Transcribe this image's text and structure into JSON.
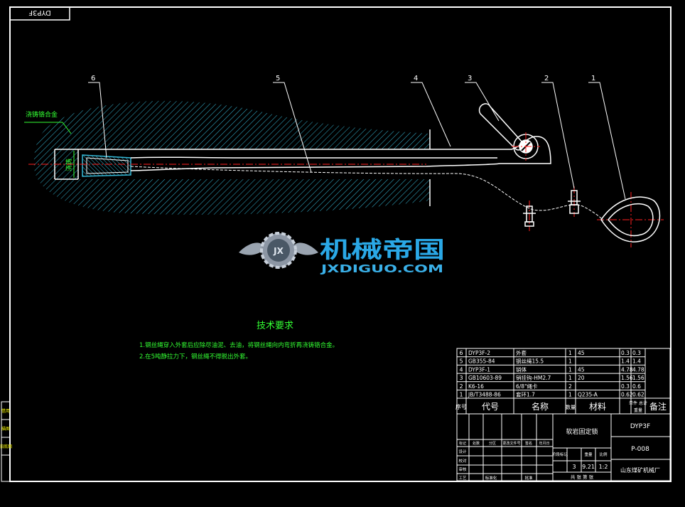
{
  "drawing_code_box": "DYP3F",
  "material_note": "浇铸铬合金",
  "hatch_label": "浇铸",
  "callouts": [
    "1",
    "2",
    "3",
    "4",
    "5",
    "6"
  ],
  "watermark": {
    "cn": "机械帝国",
    "en": "JXDIGUO.COM",
    "emblem": "JX"
  },
  "tech_requirements": {
    "title": "技术要求",
    "lines": [
      "1.钢丝绳穿入外套后应除尽油泥、去油，将钢丝绳向内弯折再浇铸铬合金。",
      "2.在5吨静拉力下，钢丝绳不得脱出外套。"
    ]
  },
  "bom": {
    "rows": [
      {
        "no": "6",
        "code": "DYP3F-2",
        "name": "外套",
        "qty": "1",
        "material": "45",
        "w1": "0.3",
        "w2": "0.3"
      },
      {
        "no": "5",
        "code": "GB355-84",
        "name": "钢丝绳15.5",
        "qty": "1",
        "material": "",
        "w1": "1.4",
        "w2": "1.4"
      },
      {
        "no": "4",
        "code": "DYP3F-1",
        "name": "销体",
        "qty": "1",
        "material": "45",
        "w1": "4.78",
        "w2": "4.78"
      },
      {
        "no": "3",
        "code": "GB10603-89",
        "name": "销挂钩-HM2.7",
        "qty": "1",
        "material": "20",
        "w1": "1.56",
        "w2": "1.56"
      },
      {
        "no": "2",
        "code": "K6-16",
        "name": "6/8\"绳卡",
        "qty": "2",
        "material": "",
        "w1": "0.3",
        "w2": "0.6"
      },
      {
        "no": "1",
        "code": "JB/T3488-86",
        "name": "套环1.7",
        "qty": "1",
        "material": "Q235-A",
        "w1": "0.62",
        "w2": "0.62"
      }
    ],
    "header": {
      "no": "序号",
      "code": "代号",
      "name": "名称",
      "qty": "数量",
      "material": "材料",
      "weight": "单件 总计",
      "weight_sub": "重量",
      "remark": "备注"
    }
  },
  "title_block": {
    "part_name": "软岩固定锁",
    "drawing_no": "DYP3F",
    "sheet_code": "P-008",
    "scale_values": [
      "3",
      "9.21",
      "1:2"
    ],
    "sheet_info": "共 张 第 张",
    "company": "山东煤矿机械厂",
    "col_labels": [
      "阶段标记",
      "重量",
      "比例"
    ],
    "row_labels": [
      "设计",
      "校对",
      "审核",
      "工艺",
      "标准化",
      "批准"
    ],
    "change_labels": [
      "标记",
      "处数",
      "分区",
      "更改文件号",
      "签名",
      "年月日"
    ]
  },
  "side_labels": [
    "借用",
    "描图",
    "旧底图"
  ],
  "colors": {
    "line": "#ffffff",
    "accent": "#33ff33",
    "text": "#ffff00",
    "centerline": "#ff2020",
    "hatch": "#36b8d6"
  }
}
